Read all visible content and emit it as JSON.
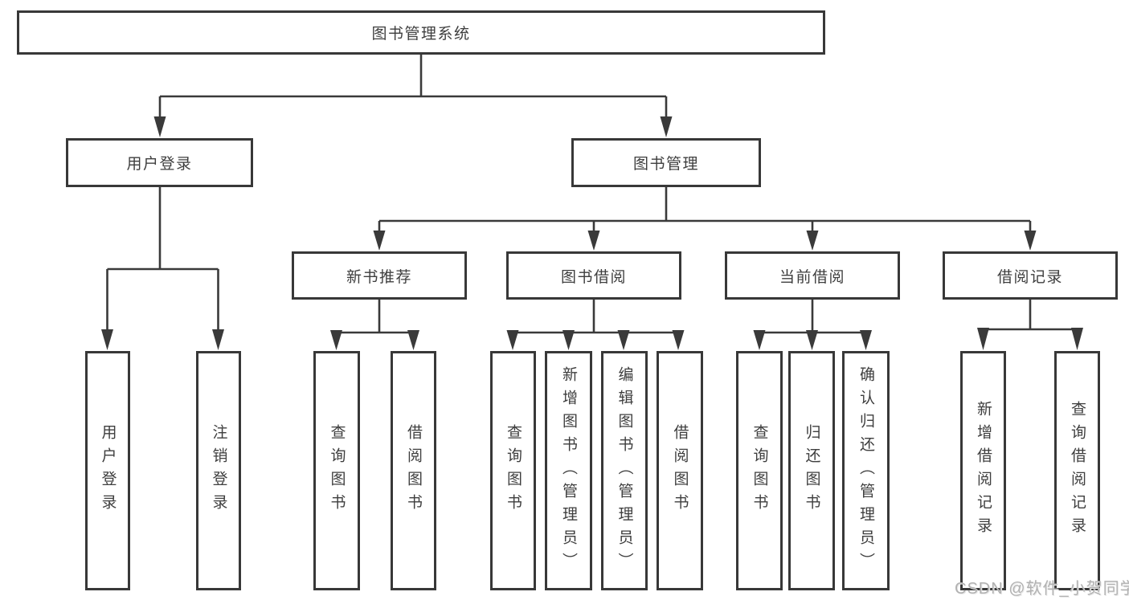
{
  "diagram": {
    "title": "图书管理系统",
    "root": {
      "label": "图书管理系统"
    },
    "level2": [
      {
        "id": "user-login",
        "label": "用户登录"
      },
      {
        "id": "book-management",
        "label": "图书管理"
      }
    ],
    "level3": [
      {
        "id": "new-book-recommend",
        "label": "新书推荐",
        "parent": "图书管理"
      },
      {
        "id": "book-borrowing",
        "label": "图书借阅",
        "parent": "图书管理"
      },
      {
        "id": "current-borrowing",
        "label": "当前借阅",
        "parent": "图书管理"
      },
      {
        "id": "borrowing-records",
        "label": "借阅记录",
        "parent": "图书管理"
      }
    ],
    "leaves": [
      {
        "label": "用户登录",
        "parent": "用户登录"
      },
      {
        "label": "注销登录",
        "parent": "用户登录"
      },
      {
        "label": "查询图书",
        "parent": "新书推荐"
      },
      {
        "label": "借阅图书",
        "parent": "新书推荐"
      },
      {
        "label": "查询图书",
        "parent": "图书借阅"
      },
      {
        "label": "新增图书（管理员）",
        "parent": "图书借阅"
      },
      {
        "label": "编辑图书（管理员）",
        "parent": "图书借阅"
      },
      {
        "label": "借阅图书",
        "parent": "图书借阅"
      },
      {
        "label": "查询图书",
        "parent": "当前借阅"
      },
      {
        "label": "归还图书",
        "parent": "当前借阅"
      },
      {
        "label": "确认归还（管理员）",
        "parent": "当前借阅"
      },
      {
        "label": "新增借阅记录",
        "parent": "借阅记录"
      },
      {
        "label": "查询借阅记录",
        "parent": "借阅记录"
      }
    ]
  },
  "watermark": {
    "text": "CSDN @软件_小贺同学"
  },
  "colors": {
    "line": "#3a3a3a",
    "text": "#3e3e3e",
    "watermark": "#b2b2b2",
    "background": "#ffffff"
  }
}
